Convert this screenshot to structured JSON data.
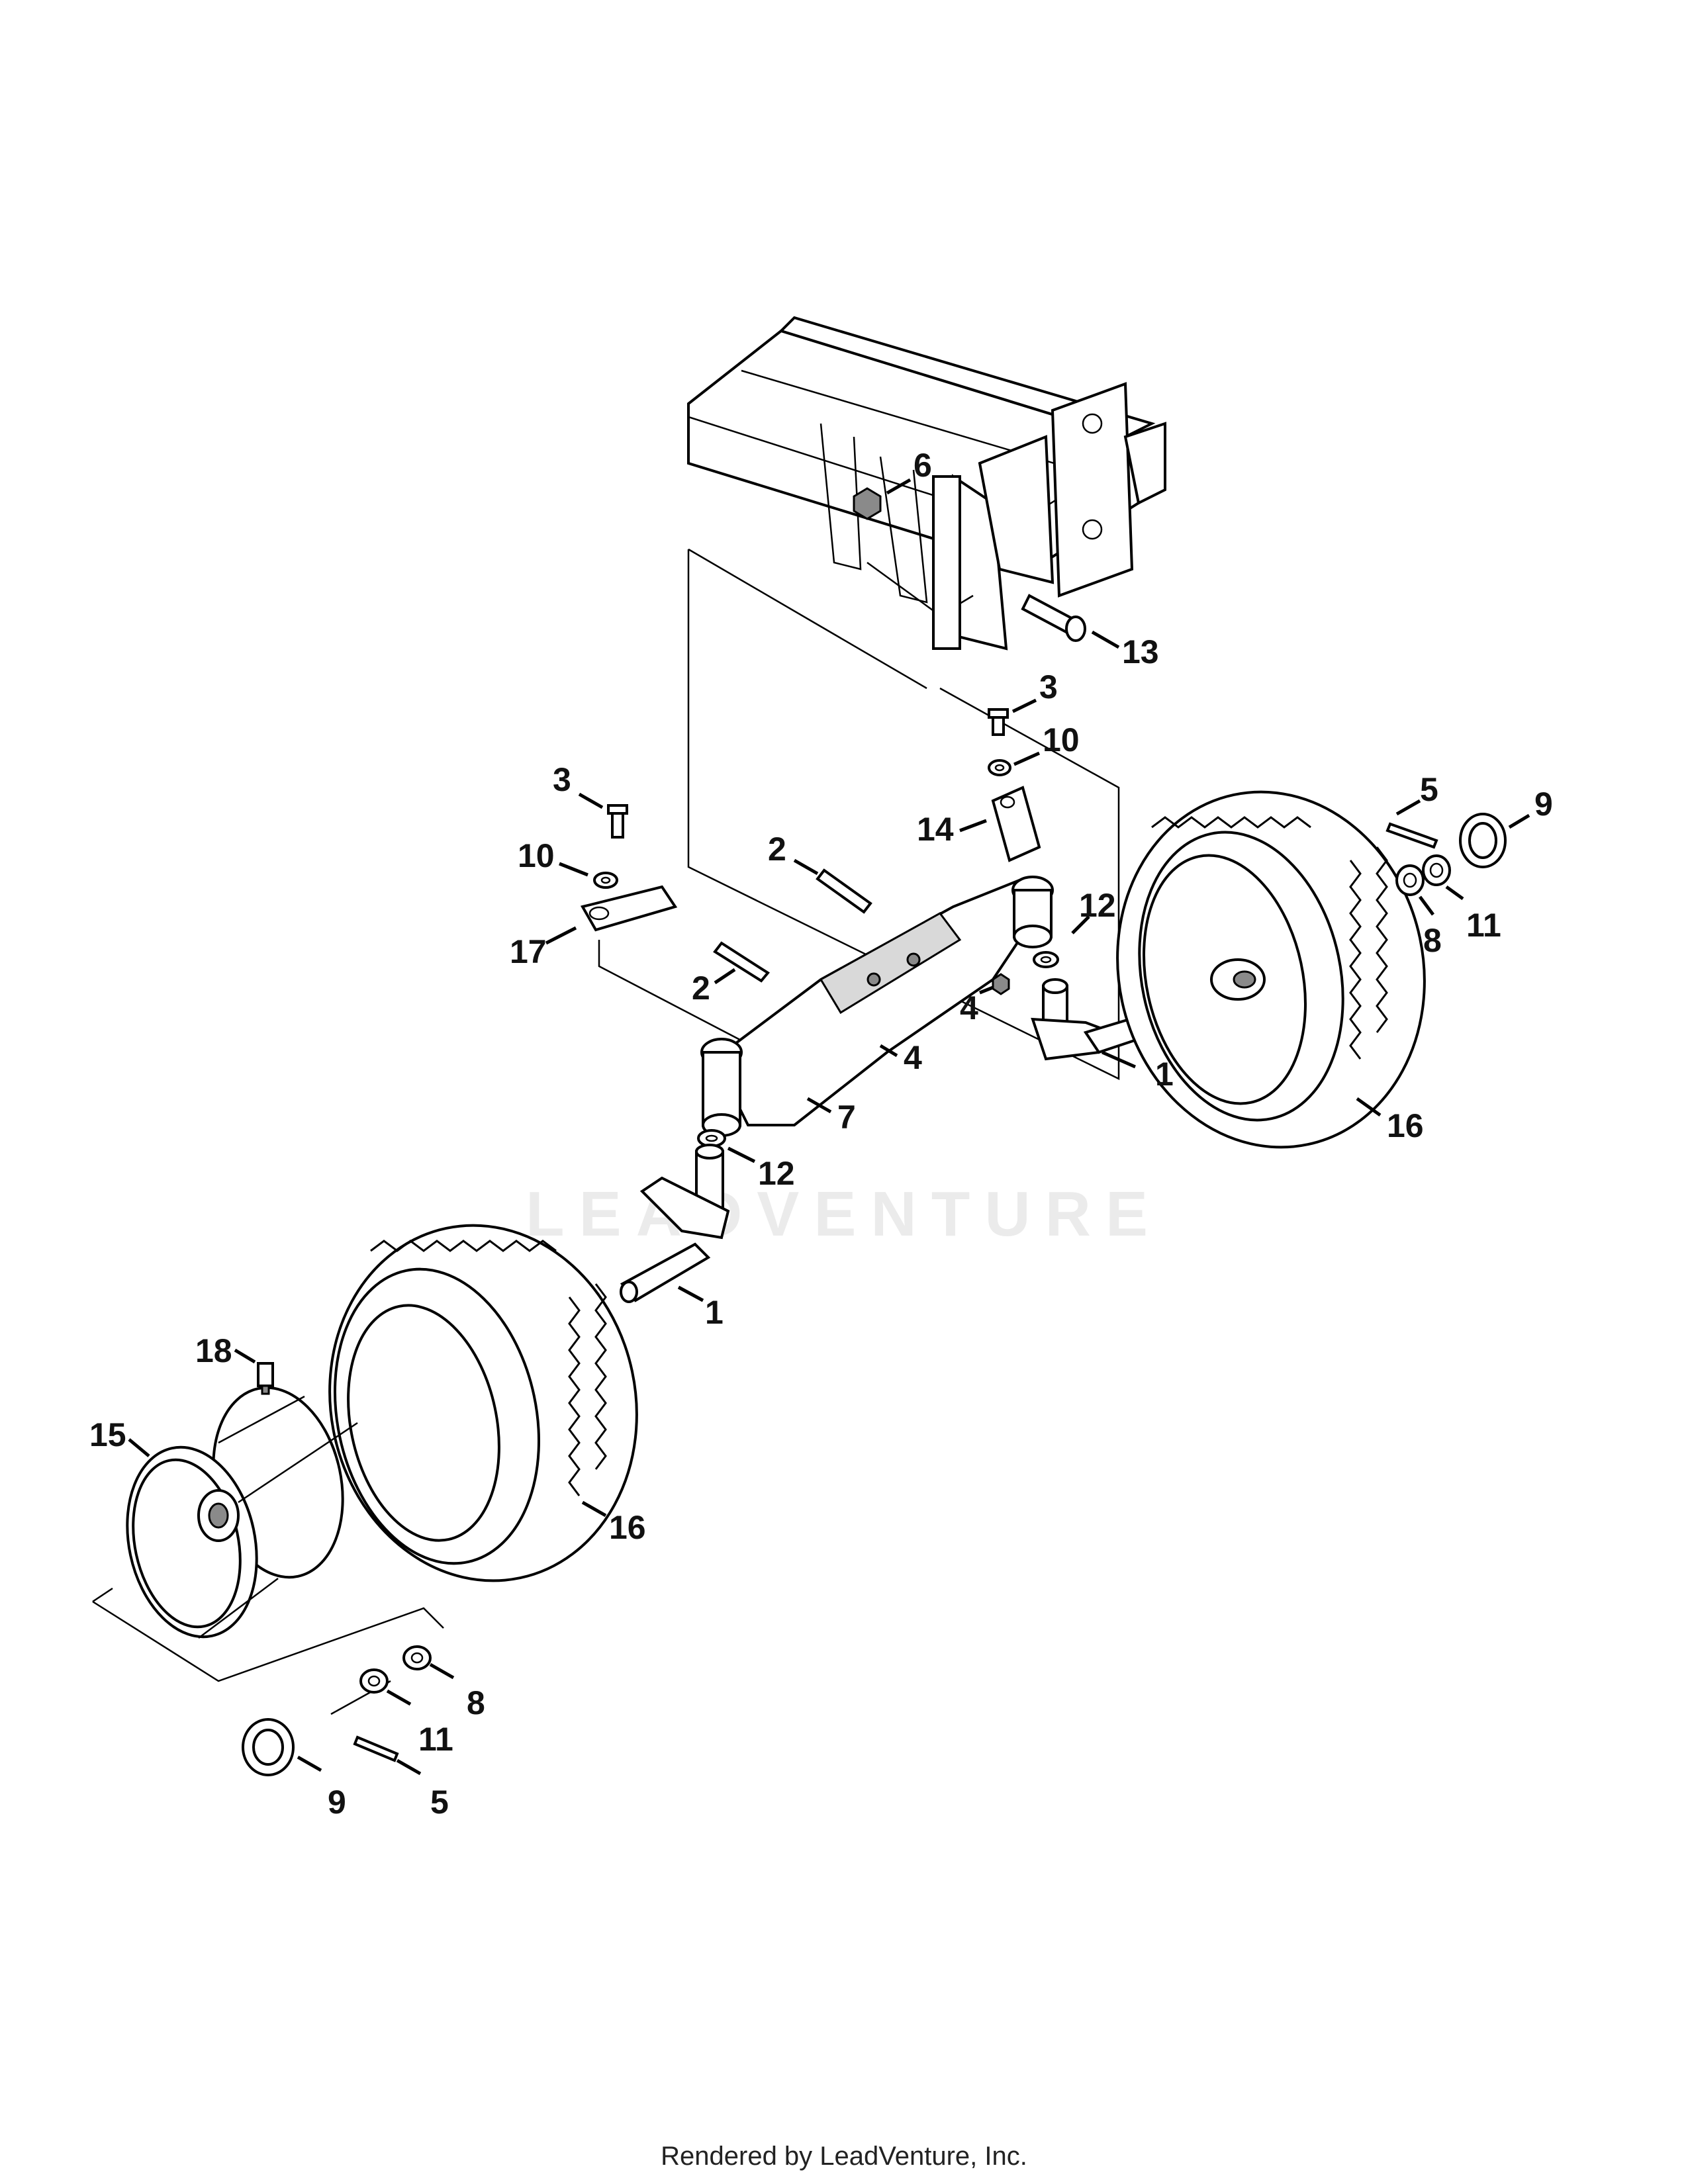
{
  "watermark": "LEADVENTURE",
  "footer": "Rendered by LeadVenture, Inc.",
  "callouts": {
    "c6": "6",
    "c13": "13",
    "c3a": "3",
    "c10a": "10",
    "c14": "14",
    "c3b": "3",
    "c10b": "10",
    "c17": "17",
    "c2a": "2",
    "c2b": "2",
    "c12a": "12",
    "c4a": "4",
    "c4b": "4",
    "c7": "7",
    "c1a": "1",
    "c5a": "5",
    "c9a": "9",
    "c11a": "11",
    "c8a": "8",
    "c16a": "16",
    "c12b": "12",
    "c1b": "1",
    "c18": "18",
    "c15": "15",
    "c16b": "16",
    "c8b": "8",
    "c11b": "11",
    "c9b": "9",
    "c5b": "5"
  }
}
